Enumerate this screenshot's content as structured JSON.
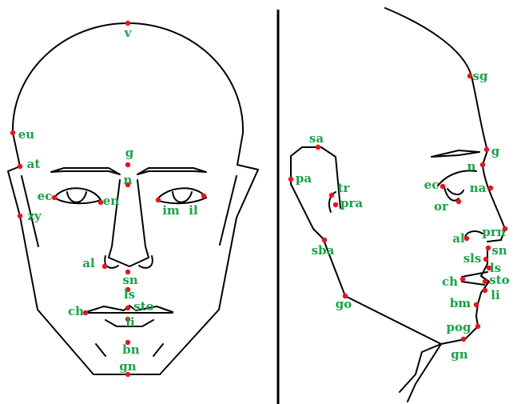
{
  "colors": {
    "outline": "#000000",
    "landmark_dot": "#e8141b",
    "label": "#1aa14a",
    "background": "#ffffff"
  },
  "frontal_view": {
    "landmarks": [
      {
        "id": "v",
        "label": "v"
      },
      {
        "id": "eu",
        "label": "eu"
      },
      {
        "id": "at",
        "label": "at"
      },
      {
        "id": "g",
        "label": "g"
      },
      {
        "id": "n",
        "label": "n"
      },
      {
        "id": "ec",
        "label": "ec"
      },
      {
        "id": "en",
        "label": "en"
      },
      {
        "id": "im",
        "label": "im"
      },
      {
        "id": "il",
        "label": "il"
      },
      {
        "id": "zy",
        "label": "zy"
      },
      {
        "id": "al",
        "label": "al"
      },
      {
        "id": "sn",
        "label": "sn"
      },
      {
        "id": "ls",
        "label": "ls"
      },
      {
        "id": "sto",
        "label": "sto"
      },
      {
        "id": "ch",
        "label": "ch"
      },
      {
        "id": "li",
        "label": "li"
      },
      {
        "id": "bn",
        "label": "bn"
      },
      {
        "id": "gn",
        "label": "gn"
      }
    ]
  },
  "profile_view": {
    "landmarks": [
      {
        "id": "sg",
        "label": "sg"
      },
      {
        "id": "g",
        "label": "g"
      },
      {
        "id": "n",
        "label": "n"
      },
      {
        "id": "sa",
        "label": "sa"
      },
      {
        "id": "pa",
        "label": "pa"
      },
      {
        "id": "tr",
        "label": "tr"
      },
      {
        "id": "pra",
        "label": "pra"
      },
      {
        "id": "ec",
        "label": "ec"
      },
      {
        "id": "na",
        "label": "na"
      },
      {
        "id": "or",
        "label": "or"
      },
      {
        "id": "al",
        "label": "al"
      },
      {
        "id": "prn",
        "label": "prn"
      },
      {
        "id": "sba",
        "label": "sba"
      },
      {
        "id": "sn",
        "label": "sn"
      },
      {
        "id": "sls",
        "label": "sls"
      },
      {
        "id": "ls",
        "label": "ls"
      },
      {
        "id": "ch",
        "label": "ch"
      },
      {
        "id": "sto",
        "label": "sto"
      },
      {
        "id": "li",
        "label": "li"
      },
      {
        "id": "go",
        "label": "go"
      },
      {
        "id": "bm",
        "label": "bm"
      },
      {
        "id": "pog",
        "label": "pog"
      },
      {
        "id": "gn",
        "label": "gn"
      }
    ]
  }
}
